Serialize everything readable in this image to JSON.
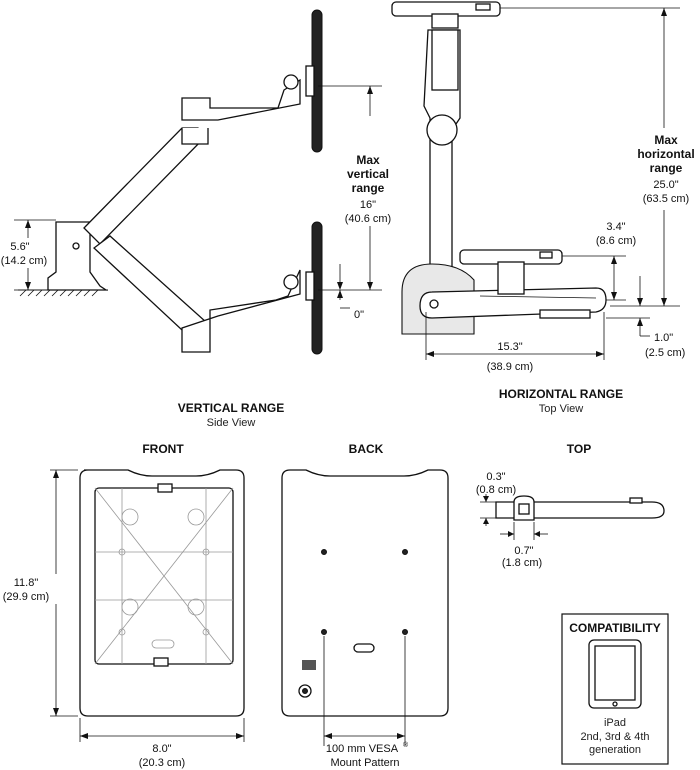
{
  "vertical": {
    "base_height": "5.6\"",
    "base_height_cm": "(14.2 cm)",
    "max_title": "Max vertical range",
    "max_title_line1": "Max",
    "max_title_line2": "vertical",
    "max_title_line3": "range",
    "max_value": "16\"",
    "max_value_cm": "(40.6 cm)",
    "zero": "0\"",
    "caption_title": "VERTICAL RANGE",
    "caption_sub": "Side View"
  },
  "horizontal": {
    "max_title_line1": "Max",
    "max_title_line2": "horizontal",
    "max_title_line3": "range",
    "max_value": "25.0\"",
    "max_value_cm": "(63.5 cm)",
    "offset": "3.4\"",
    "offset_cm": "(8.6 cm)",
    "depth": "1.0\"",
    "depth_cm": "(2.5 cm)",
    "reach": "15.3\"",
    "reach_cm": "(38.9 cm)",
    "caption_title": "HORIZONTAL RANGE",
    "caption_sub": "Top View"
  },
  "views": {
    "front_title": "FRONT",
    "back_title": "BACK",
    "top_title": "TOP",
    "height": "11.8\"",
    "height_cm": "(29.9 cm)",
    "width": "8.0\"",
    "width_cm": "(20.3 cm)",
    "vesa_line1": "100 mm VESA",
    "vesa_reg": "®",
    "vesa_line2": "Mount Pattern",
    "top_thickness": "0.3\"",
    "top_thickness_cm": "(0.8 cm)",
    "top_depth": "0.7\"",
    "top_depth_cm": "(1.8 cm)"
  },
  "compatibility": {
    "title": "COMPATIBILITY",
    "device": "iPad",
    "generations": "2nd, 3rd & 4th",
    "generations_line2": "generation",
    "icon": "ipad-icon"
  }
}
